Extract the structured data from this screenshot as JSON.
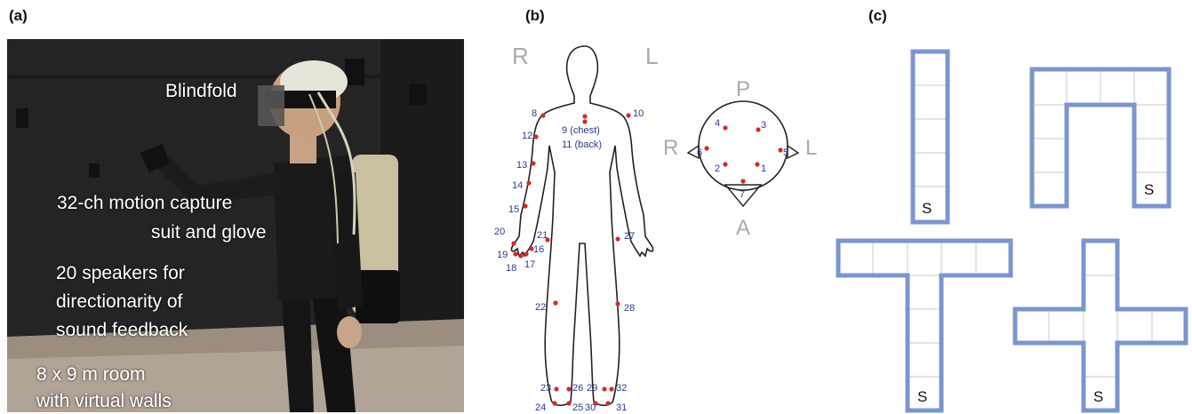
{
  "panels": {
    "a_label": "(a)",
    "b_label": "(b)",
    "c_label": "(c)"
  },
  "photo": {
    "blindfold": "Blindfold",
    "suit_line1": "32-ch motion capture",
    "suit_line2": "suit and glove",
    "speakers_line1": "20 speakers for",
    "speakers_line2": "directionarity of",
    "speakers_line3": "sound feedback",
    "room_line1": "8 x 9 m room",
    "room_line2": "with virtual walls"
  },
  "body_diagram": {
    "side_right": "R",
    "side_left": "L",
    "chest_label": "9 (chest)",
    "back_label": "11 (back)",
    "sensors": {
      "s8": "8",
      "s10": "10",
      "s12": "12",
      "s13": "13",
      "s14": "14",
      "s15": "15",
      "s16": "16",
      "s17": "17",
      "s18": "18",
      "s19": "19",
      "s20": "20",
      "s21": "21",
      "s22": "22",
      "s23": "23",
      "s24": "24",
      "s25": "25",
      "s26": "26",
      "s27": "27",
      "s28": "28",
      "s29": "29",
      "s30": "30",
      "s31": "31",
      "s32": "32"
    },
    "marker_color": "#d62a2a",
    "number_color": "#2b3a8c"
  },
  "head_diagram": {
    "posterior": "P",
    "anterior": "A",
    "side_right": "R",
    "side_left": "L",
    "sensors": {
      "s1": "1",
      "s2": "2",
      "s3": "3",
      "s4": "4",
      "s5": "5",
      "s6": "6",
      "s7": "7"
    }
  },
  "mazes": {
    "start_label": "S",
    "wall_color": "#7a96cc",
    "grid_color": "#c8c8c8"
  }
}
